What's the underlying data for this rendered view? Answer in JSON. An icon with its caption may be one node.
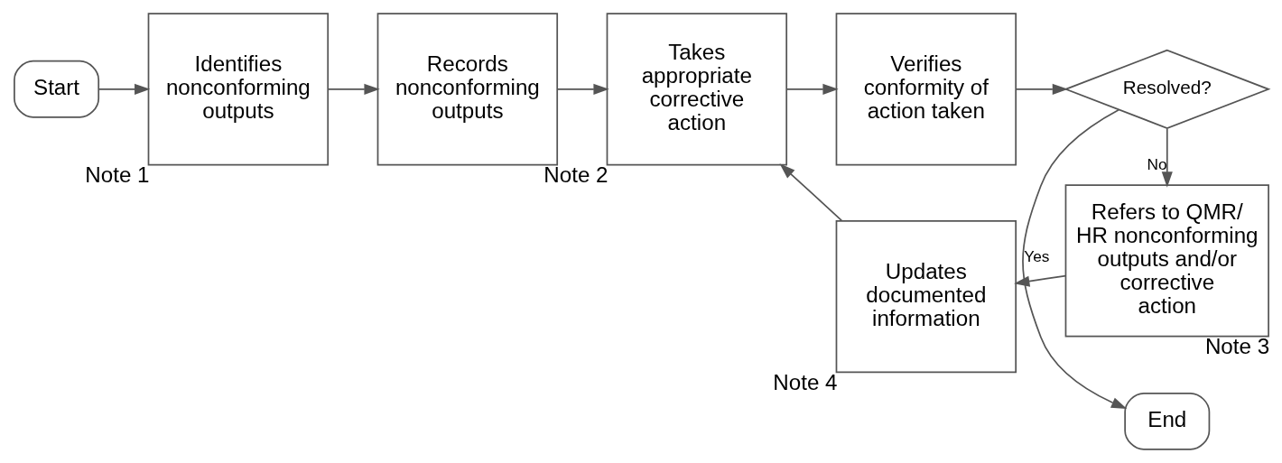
{
  "diagram": {
    "nodes": [
      {
        "text": [
          "Start"
        ]
      },
      {
        "text": [
          "Identifies nonconforming outputs"
        ],
        "beside": [
          "Note 1"
        ]
      },
      {
        "text": [
          "Records nonconforming outputs"
        ]
      },
      {
        "text": [
          "Takes appropriate corrective action"
        ],
        "beside": [
          "Note 2"
        ]
      },
      {
        "text": [
          "Verifies conformity of action taken"
        ]
      },
      {
        "text": [
          "Resolved?"
        ]
      },
      {
        "text": [
          "End"
        ]
      },
      {
        "text": [
          "Refers to QMR/ HR nonconforming outputs and/or corrective action"
        ],
        "beside": [
          "Note 3"
        ]
      },
      {
        "text": [
          "Updates documented information"
        ],
        "beside": [
          "Note 4"
        ]
      }
    ],
    "edges": [
      {
        "from": 0,
        "to": 1,
        "arrow": "to"
      },
      {
        "from": 1,
        "to": 2,
        "arrow": "to"
      },
      {
        "from": 2,
        "to": 3,
        "arrow": "to"
      },
      {
        "from": 3,
        "to": 4,
        "arrow": "to"
      },
      {
        "from": 4,
        "to": 5,
        "arrow": "to"
      },
      {
        "from": 5,
        "to": 6,
        "arrow": "to",
        "label": "Yes"
      },
      {
        "from": 5,
        "to": 7,
        "arrow": "to",
        "label": "No"
      },
      {
        "from": 7,
        "to": 8,
        "arrow": "to"
      },
      {
        "from": 8,
        "to": 3,
        "arrow": "to"
      }
    ]
  }
}
